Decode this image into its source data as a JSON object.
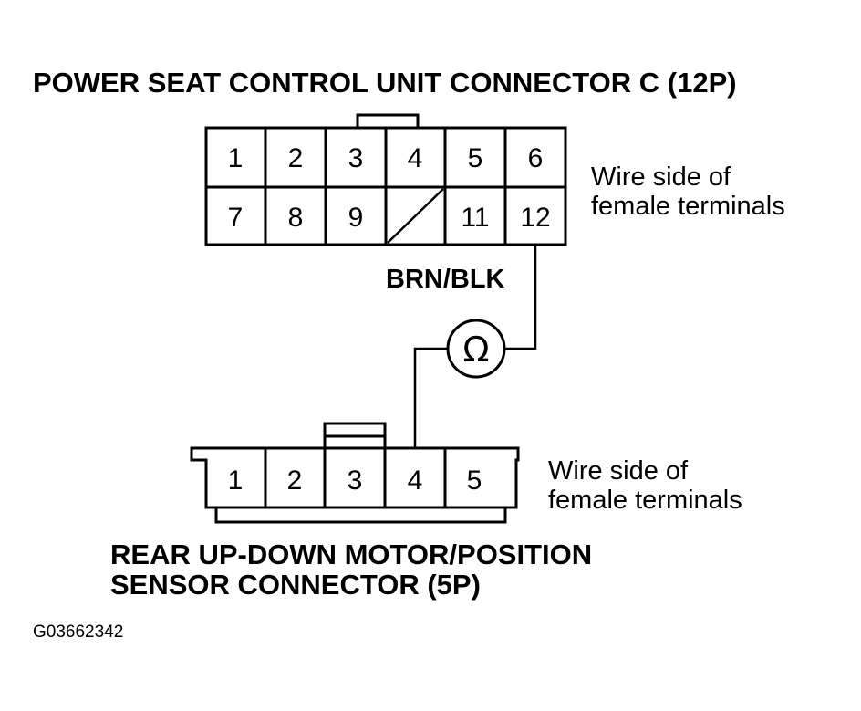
{
  "connector_c": {
    "title": "POWER SEAT CONTROL UNIT CONNECTOR C (12P)",
    "row1": [
      "1",
      "2",
      "3",
      "4",
      "5",
      "6"
    ],
    "row2": [
      "7",
      "8",
      "9",
      "",
      "11",
      "12"
    ],
    "note_line1": "Wire side of",
    "note_line2": "female terminals"
  },
  "wire": {
    "label": "BRN/BLK",
    "meter_symbol": "Ω"
  },
  "sensor_connector": {
    "title_line1": "REAR UP-DOWN MOTOR/POSITION",
    "title_line2": "SENSOR CONNECTOR (5P)",
    "pins": [
      "1",
      "2",
      "3",
      "4",
      "5"
    ],
    "note_line1": "Wire side of",
    "note_line2": "female terminals"
  },
  "figure_code": "G03662342"
}
